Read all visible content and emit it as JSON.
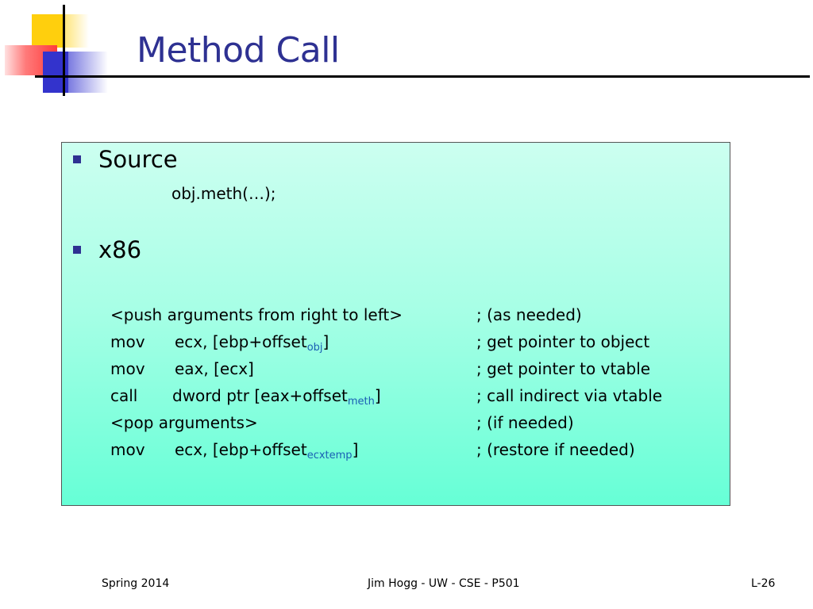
{
  "slide": {
    "title": "Method Call",
    "bullets": [
      {
        "label": "Source",
        "code": "obj.meth(…);"
      },
      {
        "label": "x86"
      }
    ],
    "asm": [
      {
        "op": "<push arguments from right to left>",
        "arg": "",
        "sub": "",
        "close": "",
        "comment": "; (as needed)"
      },
      {
        "op": "mov",
        "arg": "ecx, [ebp+offset",
        "sub": "obj",
        "close": "]",
        "comment": "; get pointer to object"
      },
      {
        "op": "mov",
        "arg": "eax, [ecx]",
        "sub": "",
        "close": "",
        "comment": "; get pointer to vtable"
      },
      {
        "op": "call",
        "arg": "dword ptr [eax+offset",
        "sub": "meth",
        "close": "]",
        "comment": "; call indirect via vtable"
      },
      {
        "op": "<pop arguments>",
        "arg": "",
        "sub": "",
        "close": "",
        "comment": "; (if needed)"
      },
      {
        "op": "mov",
        "arg": "ecx, [ebp+offset",
        "sub": "ecxtemp",
        "close": "]",
        "comment": "; (restore if needed)"
      }
    ],
    "footer": {
      "left": "Spring 2014",
      "center": "Jim Hogg - UW - CSE - P501",
      "right": "L-26"
    },
    "colors": {
      "title": "#2e3192",
      "bullet": "#2e3192",
      "subscript": "#1a5fb4",
      "panel_top": "#ccfff0",
      "panel_bottom": "#66ffd6"
    }
  }
}
